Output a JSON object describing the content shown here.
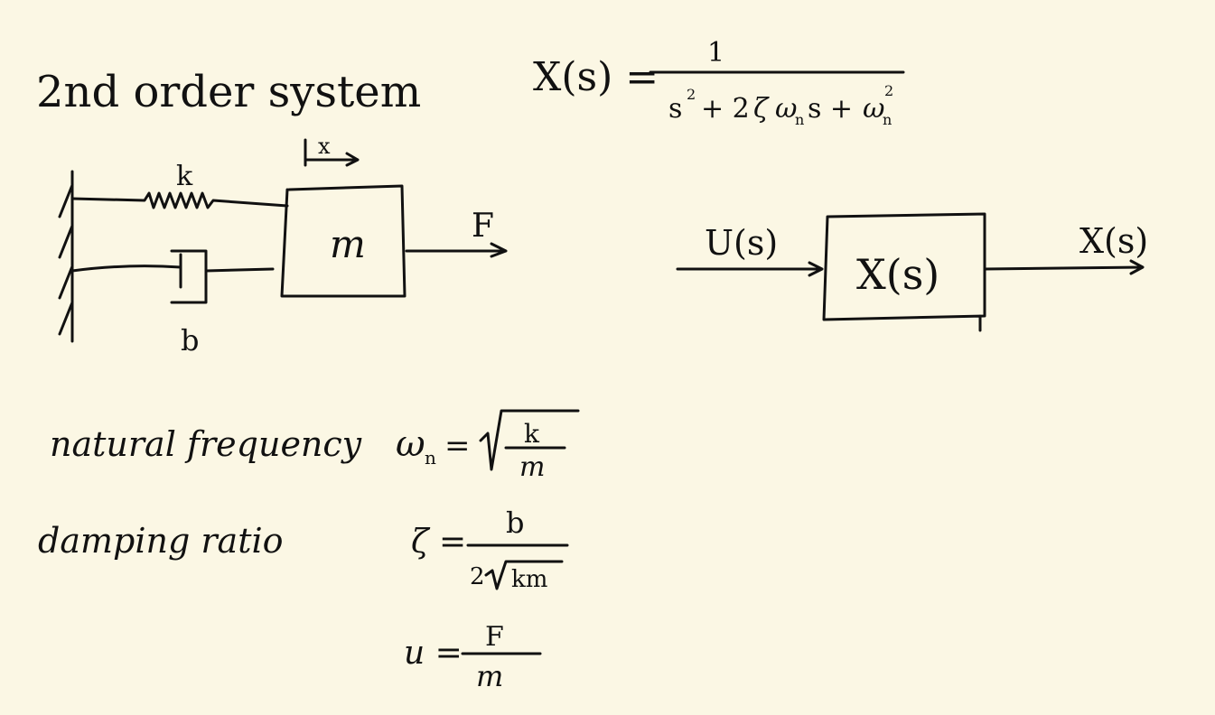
{
  "title": "2nd order system",
  "mechanical": {
    "spring_label": "k",
    "damper_label": "b",
    "mass_label": "m",
    "displacement_label": "x",
    "force_label": "F"
  },
  "transfer_function": {
    "lhs": "X(s) =",
    "numerator": "1",
    "den_s": "s",
    "den_plus2": "+ 2",
    "den_zeta": "ζ",
    "den_omega": "ω",
    "den_n": "n",
    "den_s2": "s +",
    "den_omega2": "ω",
    "den_n2": "n",
    "sup2": "2"
  },
  "block_diagram": {
    "input_label": "U(s)",
    "block_label": "X(s)",
    "output_label": "X(s)"
  },
  "natural_frequency": {
    "label": "natural frequency",
    "lhs_omega": "ω",
    "lhs_n": "n",
    "eq": "=",
    "num": "k",
    "den": "m"
  },
  "damping_ratio": {
    "label": "damping ratio",
    "lhs": "ζ =",
    "num": "b",
    "den_coef": "2",
    "den_rad": "km"
  },
  "input_def": {
    "lhs": "u =",
    "num": "F",
    "den": "m"
  }
}
